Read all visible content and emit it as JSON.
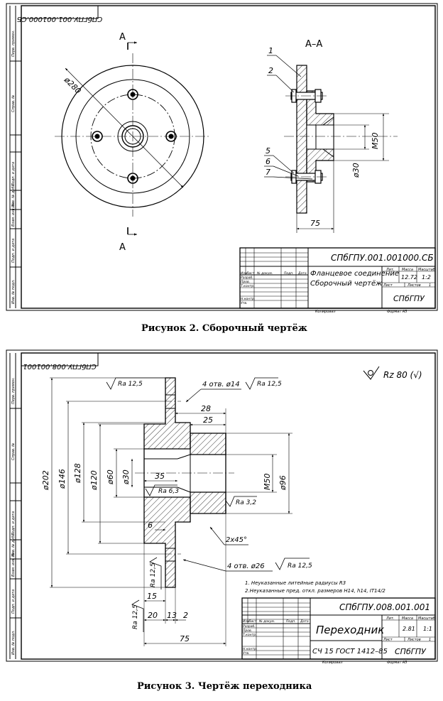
{
  "figure2": {
    "code_rotated": "СПбГПУ.001.001000.СБ",
    "section_marker": "А",
    "section_title": "А–А",
    "dia_outer": "ø280",
    "dim_m50": "M50",
    "dim_d30": "ø30",
    "dim_75": "75",
    "balloons": [
      "1",
      "2",
      "5",
      "6",
      "7"
    ],
    "side_labels": [
      "Перв. примен.",
      "Справ. №",
      "Подп. и дата",
      "Инв. № дубл.",
      "Взам. инв. №",
      "Подп. и дата",
      "Инв. № подл."
    ],
    "title_block": {
      "code": "СПбГПУ.001.001000.СБ",
      "name_line1": "Фланцевое соединение",
      "name_line2": "Сборочный чертёж",
      "lit": "Лит.",
      "mass": "Масса",
      "scale": "Масштаб",
      "mass_value": "12.72",
      "scale_value": "1:2",
      "sheet": "Лист",
      "sheets": "Листов",
      "sheets_value": "1",
      "org": "СПбГПУ",
      "row_labels": [
        "Изм.",
        "Лист",
        "№ докум.",
        "Подп.",
        "Дата"
      ],
      "roles": [
        "Разраб.",
        "Пров.",
        "Т.контр.",
        "Н.контр.",
        "Утв."
      ],
      "copied": "Копировал",
      "format": "Формат А3"
    },
    "caption": "Рисунок 2. Сборочный чертёж"
  },
  "figure3": {
    "code_rotated": "СПбГПУ.008.001001",
    "roughness_general": "Rz 80 (√)",
    "ra_labels": [
      "Ra 12,5",
      "Ra 12,5",
      "Ra 6,3",
      "Ra 3,2",
      "Ra 12,5",
      "Ra 12,5",
      "Ra 12,5"
    ],
    "holes_top": "4 отв. ø14",
    "holes_bottom": "4 отв. ø26",
    "dims_vertical": [
      "ø202",
      "ø146",
      "ø120",
      "ø60",
      "ø30"
    ],
    "dims_right": [
      "M50",
      "ø96"
    ],
    "dims_horizontal": [
      "28",
      "25",
      "35",
      "6",
      "15",
      "20",
      "13",
      "2",
      "75"
    ],
    "chamfer": "2х45°",
    "notes": [
      "1. Неуказанные литейные радиусы R3",
      "2.Неуказанные пред. откл. размеров H14, h14, IT14/2"
    ],
    "side_labels": [
      "Перв. примен.",
      "Справ. №",
      "Подп. и дата",
      "Инв. № дубл.",
      "Взам. инв. №",
      "Подп. и дата",
      "Инв. № подл."
    ],
    "title_block": {
      "code": "СПбГПУ.008.001.001",
      "name": "Переходник",
      "material": "СЧ 15 ГОСТ 1412–85",
      "lit": "Лит.",
      "mass": "Масса",
      "scale": "Масштаб",
      "mass_value": "2.81",
      "scale_value": "1:1",
      "sheet": "Лист",
      "sheets": "Листов",
      "sheets_value": "1",
      "org": "СПбГПУ",
      "row_labels": [
        "Изм.",
        "Лист",
        "№ докум.",
        "Подп.",
        "Дата"
      ],
      "roles": [
        "Разраб.",
        "Пров.",
        "Т.контр.",
        "Н.контр.",
        "Утв."
      ],
      "copied": "Копировал",
      "format": "Формат А3"
    },
    "caption": "Рисунок 3. Чертёж переходника"
  }
}
